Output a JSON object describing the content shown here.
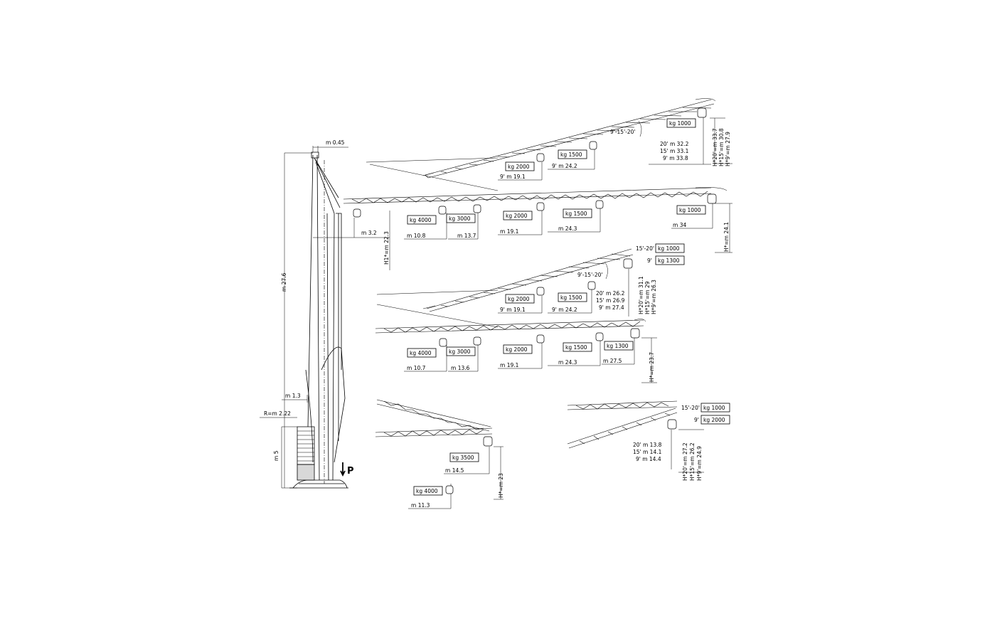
{
  "mast": {
    "labels": [
      "m 0.45",
      "m 27.6",
      "m 3.2",
      "H1*=m  22.3",
      "m 1.3",
      "R=m  2.22",
      "m 5",
      "P"
    ]
  },
  "diagrams": [
    {
      "id": "config-1-inclined",
      "labels": [
        "kg  1000",
        "kg  1500",
        "kg  2000",
        "9'-15'-20'",
        "20'  m  32.2",
        "15'  m  33.1",
        "9'  m  33.8",
        "9'  m  19.1",
        "9'  m  24.2",
        "H*20'=m  33.7",
        "H*15'=m  30.8",
        "H*9'=m  27.9"
      ]
    },
    {
      "id": "config-1-horizontal",
      "labels": [
        "kg  4000",
        "kg  3000",
        "kg  2000",
        "kg  1500",
        "kg  1000",
        "m  10.8",
        "m  13.7",
        "m  19.1",
        "m  24.3",
        "m  34",
        "H*=m  24.1"
      ]
    },
    {
      "id": "config-2-inclined",
      "labels": [
        "15'-20'",
        "kg  1000",
        "9'",
        "kg  1300",
        "9'-15'-20'",
        "kg  2000",
        "kg  1500",
        "9'  m  19.1",
        "9'  m  24.2",
        "20'  m  26.2",
        "15'  m  26.9",
        "9'  m  27.4",
        "H*20'=m  31.1",
        "H*15'=m  29",
        "H*9'=m  26.3"
      ]
    },
    {
      "id": "config-2-horizontal",
      "labels": [
        "kg  4000",
        "kg  3000",
        "kg  2000",
        "kg  1500",
        "kg  1300",
        "m  10.7",
        "m  13.6",
        "m  19.1",
        "m  24.3",
        "m  27.5",
        "H*=m  23.7"
      ]
    },
    {
      "id": "config-3-short",
      "labels": [
        "kg  3500",
        "m  14.5",
        "kg  4000",
        "m  11.3",
        "H*=m  23"
      ]
    },
    {
      "id": "config-4-short-inclined",
      "labels": [
        "15'-20'",
        "kg  1000",
        "9'",
        "kg  2000",
        "20'  m  13.8",
        "15'  m  14.1",
        "9'  m  14.4",
        "H*20'=m  27.2",
        "H*15'=m  26.2",
        "H*9'=m  24.9"
      ]
    }
  ]
}
